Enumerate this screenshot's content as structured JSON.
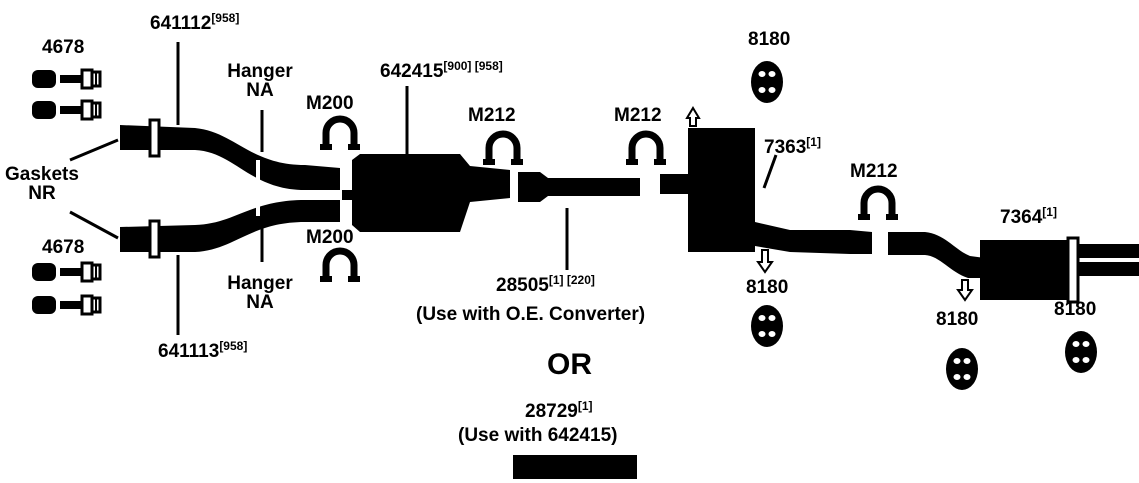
{
  "parts": {
    "pipe_upper": {
      "number": "641112",
      "refs": "[958]"
    },
    "pipe_lower": {
      "number": "641113",
      "refs": "[958]"
    },
    "converter": {
      "number": "642415",
      "refs": "[900] [958]"
    },
    "intermediate_pipe": {
      "number": "28505",
      "refs": "[1] [220]",
      "note": "(Use with O.E. Converter)"
    },
    "alternate_pipe": {
      "number": "28729",
      "refs": "[1]",
      "note": "(Use with 642415)"
    },
    "muffler_pipe": {
      "number": "7363",
      "refs": "[1]"
    },
    "tail_muffler": {
      "number": "7364",
      "refs": "[1]"
    },
    "bolt_kit": "4678",
    "clamp_front": "M200",
    "clamp_rear": "M212",
    "hanger": "8180"
  },
  "labels": {
    "hanger_na": [
      "Hanger",
      "NA"
    ],
    "gaskets_nr": [
      "Gaskets",
      "NR"
    ],
    "or": "OR"
  },
  "colors": {
    "ink": "#000000",
    "paper": "#ffffff"
  }
}
